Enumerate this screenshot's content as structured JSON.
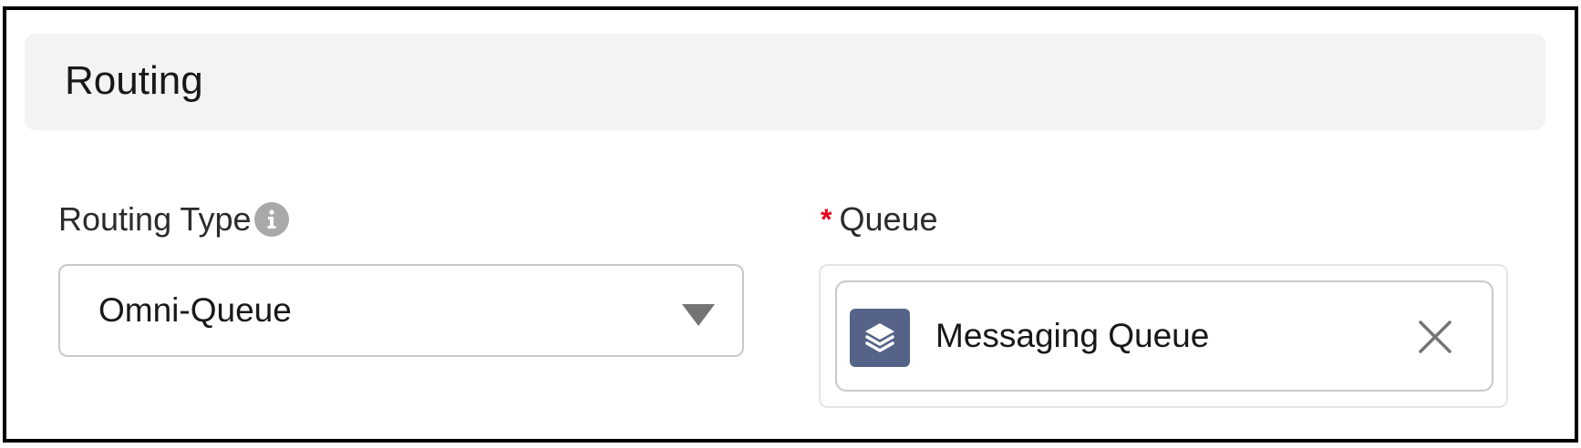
{
  "section": {
    "title": "Routing"
  },
  "routing_type": {
    "label": "Routing Type",
    "help_icon": "info-icon",
    "value": "Omni-Queue",
    "caret_icon": "caret-down-icon"
  },
  "queue": {
    "label": "Queue",
    "required_marker": "*",
    "selected": {
      "label": "Messaging Queue",
      "icon": "queue-stack-icon",
      "icon_color": "#546387",
      "remove_icon": "close-icon"
    }
  },
  "colors": {
    "header_bg": "#f3f3f3",
    "required": "#ea001e",
    "border": "#c9c9c9"
  }
}
